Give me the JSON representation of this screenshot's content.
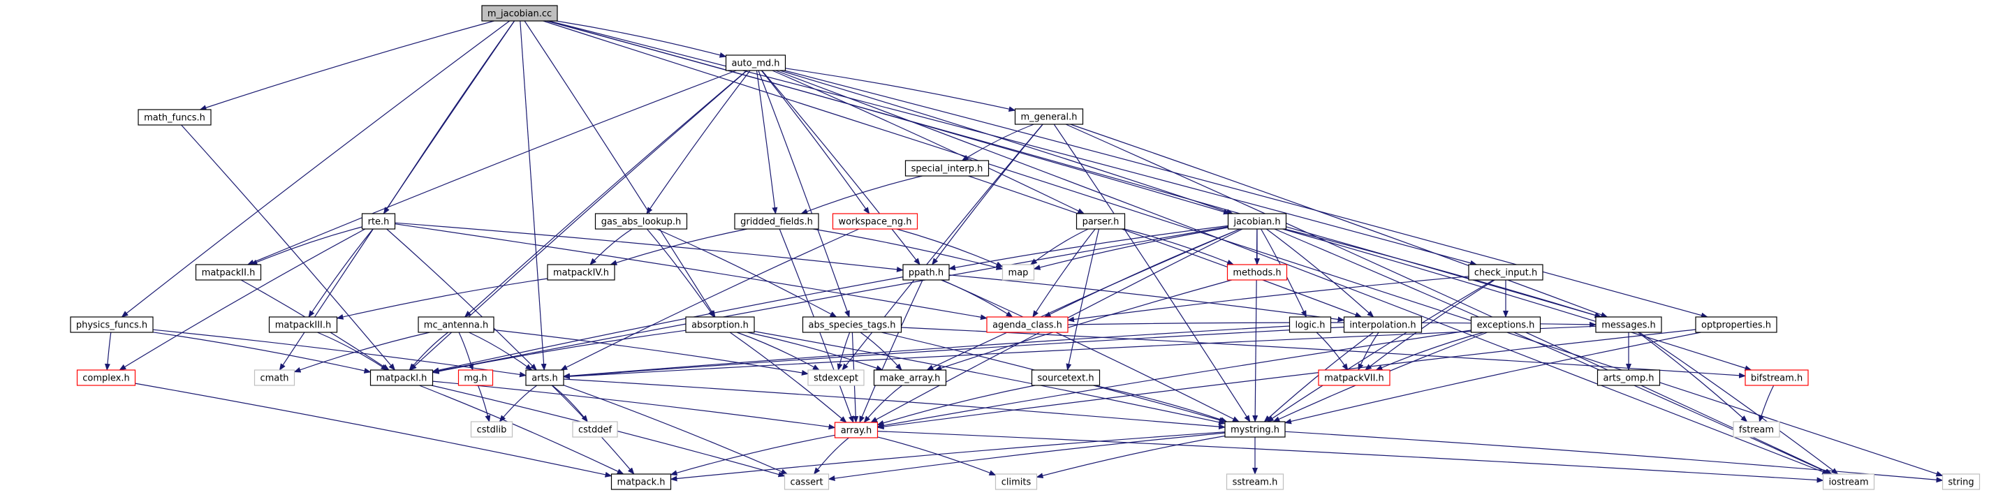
{
  "colors": {
    "edge": "#191970",
    "normal_border": "#000000",
    "normal_fill": "#ffffff",
    "root_fill": "#bfbfbf",
    "missing_doc_border": "#ff0000",
    "system_header_border": "#bfbfbf",
    "system_header_text": "#5a5a5a"
  },
  "nodes": [
    {
      "id": "m_jacobian_cc",
      "label": "m_jacobian.cc",
      "kind": "root"
    },
    {
      "id": "auto_md_h",
      "label": "auto_md.h",
      "kind": "normal"
    },
    {
      "id": "math_funcs_h",
      "label": "math_funcs.h",
      "kind": "normal"
    },
    {
      "id": "m_general_h",
      "label": "m_general.h",
      "kind": "normal"
    },
    {
      "id": "special_interp_h",
      "label": "special_interp.h",
      "kind": "normal"
    },
    {
      "id": "rte_h",
      "label": "rte.h",
      "kind": "normal"
    },
    {
      "id": "gas_abs_lookup_h",
      "label": "gas_abs_lookup.h",
      "kind": "normal"
    },
    {
      "id": "gridded_fields_h",
      "label": "gridded_fields.h",
      "kind": "normal"
    },
    {
      "id": "workspace_ng_h",
      "label": "workspace_ng.h",
      "kind": "missing"
    },
    {
      "id": "parser_h",
      "label": "parser.h",
      "kind": "normal"
    },
    {
      "id": "jacobian_h",
      "label": "jacobian.h",
      "kind": "normal"
    },
    {
      "id": "matpackII_h",
      "label": "matpackII.h",
      "kind": "normal"
    },
    {
      "id": "matpackIV_h",
      "label": "matpackIV.h",
      "kind": "normal"
    },
    {
      "id": "ppath_h",
      "label": "ppath.h",
      "kind": "normal"
    },
    {
      "id": "map",
      "label": "map",
      "kind": "system"
    },
    {
      "id": "methods_h",
      "label": "methods.h",
      "kind": "missing"
    },
    {
      "id": "check_input_h",
      "label": "check_input.h",
      "kind": "normal"
    },
    {
      "id": "matpackIII_h",
      "label": "matpackIII.h",
      "kind": "normal"
    },
    {
      "id": "agenda_class_h",
      "label": "agenda_class.h",
      "kind": "missing"
    },
    {
      "id": "messages_h",
      "label": "messages.h",
      "kind": "normal"
    },
    {
      "id": "optproperties_h",
      "label": "optproperties.h",
      "kind": "normal"
    },
    {
      "id": "physics_funcs_h",
      "label": "physics_funcs.h",
      "kind": "normal"
    },
    {
      "id": "mc_antenna_h",
      "label": "mc_antenna.h",
      "kind": "normal"
    },
    {
      "id": "absorption_h",
      "label": "absorption.h",
      "kind": "normal"
    },
    {
      "id": "abs_species_tags_h",
      "label": "abs_species_tags.h",
      "kind": "normal"
    },
    {
      "id": "logic_h",
      "label": "logic.h",
      "kind": "normal"
    },
    {
      "id": "interpolation_h",
      "label": "interpolation.h",
      "kind": "normal"
    },
    {
      "id": "exceptions_h",
      "label": "exceptions.h",
      "kind": "normal"
    },
    {
      "id": "complex_h",
      "label": "complex.h",
      "kind": "missing"
    },
    {
      "id": "cmath",
      "label": "cmath",
      "kind": "system"
    },
    {
      "id": "matpackI_h",
      "label": "matpackI.h",
      "kind": "normal"
    },
    {
      "id": "mg_h",
      "label": "mg.h",
      "kind": "missing"
    },
    {
      "id": "arts_h",
      "label": "arts.h",
      "kind": "normal"
    },
    {
      "id": "stdexcept",
      "label": "stdexcept",
      "kind": "system"
    },
    {
      "id": "make_array_h",
      "label": "make_array.h",
      "kind": "normal"
    },
    {
      "id": "matpackVII_h",
      "label": "matpackVII.h",
      "kind": "missing"
    },
    {
      "id": "arts_omp_h",
      "label": "arts_omp.h",
      "kind": "normal"
    },
    {
      "id": "bifstream_h",
      "label": "bifstream.h",
      "kind": "missing"
    },
    {
      "id": "sourcetext_h",
      "label": "sourcetext.h",
      "kind": "normal"
    },
    {
      "id": "cstdlib",
      "label": "cstdlib",
      "kind": "system"
    },
    {
      "id": "cstddef",
      "label": "cstddef",
      "kind": "system"
    },
    {
      "id": "array_h",
      "label": "array.h",
      "kind": "missing"
    },
    {
      "id": "mystring_h",
      "label": "mystring.h",
      "kind": "normal"
    },
    {
      "id": "fstream",
      "label": "fstream",
      "kind": "system"
    },
    {
      "id": "matpack_h",
      "label": "matpack.h",
      "kind": "normal"
    },
    {
      "id": "cassert",
      "label": "cassert",
      "kind": "system"
    },
    {
      "id": "climits",
      "label": "climits",
      "kind": "system"
    },
    {
      "id": "sstream_h",
      "label": "sstream.h",
      "kind": "system"
    },
    {
      "id": "iostream",
      "label": "iostream",
      "kind": "system"
    },
    {
      "id": "string",
      "label": "string",
      "kind": "system"
    }
  ],
  "edges": [
    [
      "m_jacobian_cc",
      "auto_md_h"
    ],
    [
      "m_jacobian_cc",
      "math_funcs_h"
    ],
    [
      "m_jacobian_cc",
      "rte_h"
    ],
    [
      "m_jacobian_cc",
      "physics_funcs_h"
    ],
    [
      "m_jacobian_cc",
      "cmath"
    ],
    [
      "m_jacobian_cc",
      "arts_h"
    ],
    [
      "m_jacobian_cc",
      "absorption_h"
    ],
    [
      "m_jacobian_cc",
      "jacobian_h"
    ],
    [
      "m_jacobian_cc",
      "check_input_h"
    ],
    [
      "m_jacobian_cc",
      "messages_h"
    ],
    [
      "m_jacobian_cc",
      "string"
    ],
    [
      "auto_md_h",
      "matpackI_h"
    ],
    [
      "auto_md_h",
      "matpackII_h"
    ],
    [
      "auto_md_h",
      "m_general_h"
    ],
    [
      "auto_md_h",
      "mc_antenna_h"
    ],
    [
      "auto_md_h",
      "gas_abs_lookup_h"
    ],
    [
      "auto_md_h",
      "gridded_fields_h"
    ],
    [
      "auto_md_h",
      "abs_species_tags_h"
    ],
    [
      "auto_md_h",
      "workspace_ng_h"
    ],
    [
      "auto_md_h",
      "parser_h"
    ],
    [
      "auto_md_h",
      "jacobian_h"
    ],
    [
      "auto_md_h",
      "ppath_h"
    ],
    [
      "auto_md_h",
      "optproperties_h"
    ],
    [
      "auto_md_h",
      "iostream"
    ],
    [
      "math_funcs_h",
      "matpackI_h"
    ],
    [
      "m_general_h",
      "special_interp_h"
    ],
    [
      "m_general_h",
      "ppath_h"
    ],
    [
      "m_general_h",
      "stdexcept"
    ],
    [
      "m_general_h",
      "mystring_h"
    ],
    [
      "m_general_h",
      "iostream"
    ],
    [
      "m_general_h",
      "messages_h"
    ],
    [
      "special_interp_h",
      "gridded_fields_h"
    ],
    [
      "special_interp_h",
      "interpolation_h"
    ],
    [
      "rte_h",
      "complex_h"
    ],
    [
      "rte_h",
      "matpackII_h"
    ],
    [
      "rte_h",
      "matpackIII_h"
    ],
    [
      "rte_h",
      "arts_h"
    ],
    [
      "rte_h",
      "ppath_h"
    ],
    [
      "rte_h",
      "agenda_class_h"
    ],
    [
      "gas_abs_lookup_h",
      "matpackIV_h"
    ],
    [
      "gas_abs_lookup_h",
      "absorption_h"
    ],
    [
      "gas_abs_lookup_h",
      "abs_species_tags_h"
    ],
    [
      "gridded_fields_h",
      "matpackIV_h"
    ],
    [
      "gridded_fields_h",
      "array_h"
    ],
    [
      "gridded_fields_h",
      "map"
    ],
    [
      "workspace_ng_h",
      "arts_h"
    ],
    [
      "workspace_ng_h",
      "map"
    ],
    [
      "parser_h",
      "map"
    ],
    [
      "parser_h",
      "agenda_class_h"
    ],
    [
      "parser_h",
      "methods_h"
    ],
    [
      "parser_h",
      "sourcetext_h"
    ],
    [
      "jacobian_h",
      "ppath_h"
    ],
    [
      "jacobian_h",
      "map"
    ],
    [
      "jacobian_h",
      "methods_h"
    ],
    [
      "jacobian_h",
      "agenda_class_h"
    ],
    [
      "jacobian_h",
      "logic_h"
    ],
    [
      "jacobian_h",
      "interpolation_h"
    ],
    [
      "jacobian_h",
      "messages_h"
    ],
    [
      "jacobian_h",
      "bifstream_h"
    ],
    [
      "jacobian_h",
      "iostream"
    ],
    [
      "jacobian_h",
      "matpackI_h"
    ],
    [
      "jacobian_h",
      "array_h"
    ],
    [
      "jacobian_h",
      "mystring_h"
    ],
    [
      "jacobian_h",
      "make_array_h"
    ],
    [
      "matpackII_h",
      "matpackI_h"
    ],
    [
      "matpackIV_h",
      "matpackIII_h"
    ],
    [
      "ppath_h",
      "agenda_class_h"
    ],
    [
      "ppath_h",
      "array_h"
    ],
    [
      "ppath_h",
      "interpolation_h"
    ],
    [
      "ppath_h",
      "matpackI_h"
    ],
    [
      "ppath_h",
      "mystring_h"
    ],
    [
      "methods_h",
      "make_array_h"
    ],
    [
      "check_input_h",
      "agenda_class_h"
    ],
    [
      "check_input_h",
      "exceptions_h"
    ],
    [
      "check_input_h",
      "matpackVII_h"
    ],
    [
      "check_input_h",
      "mystring_h"
    ],
    [
      "matpackIII_h",
      "matpackI_h"
    ],
    [
      "agenda_class_h",
      "messages_h"
    ],
    [
      "messages_h",
      "arts_omp_h"
    ],
    [
      "messages_h",
      "fstream"
    ],
    [
      "messages_h",
      "iostream"
    ],
    [
      "messages_h",
      "arts_h"
    ],
    [
      "optproperties_h",
      "mystring_h"
    ],
    [
      "optproperties_h",
      "array_h"
    ],
    [
      "physics_funcs_h",
      "complex_h"
    ],
    [
      "physics_funcs_h",
      "matpackI_h"
    ],
    [
      "physics_funcs_h",
      "arts_h"
    ],
    [
      "mc_antenna_h",
      "cmath"
    ],
    [
      "mc_antenna_h",
      "matpackI_h"
    ],
    [
      "mc_antenna_h",
      "mg_h"
    ],
    [
      "mc_antenna_h",
      "arts_h"
    ],
    [
      "mc_antenna_h",
      "stdexcept"
    ],
    [
      "absorption_h",
      "matpackI_h"
    ],
    [
      "absorption_h",
      "stdexcept"
    ],
    [
      "absorption_h",
      "array_h"
    ],
    [
      "absorption_h",
      "make_array_h"
    ],
    [
      "absorption_h",
      "mystring_h"
    ],
    [
      "abs_species_tags_h",
      "stdexcept"
    ],
    [
      "abs_species_tags_h",
      "make_array_h"
    ],
    [
      "abs_species_tags_h",
      "array_h"
    ],
    [
      "abs_species_tags_h",
      "mystring_h"
    ],
    [
      "abs_species_tags_h",
      "bifstream_h"
    ],
    [
      "logic_h",
      "arts_h"
    ],
    [
      "logic_h",
      "matpackVII_h"
    ],
    [
      "interpolation_h",
      "matpackVII_h"
    ],
    [
      "interpolation_h",
      "mystring_h"
    ],
    [
      "interpolation_h",
      "arts_h"
    ],
    [
      "exceptions_h",
      "matpackVII_h"
    ],
    [
      "exceptions_h",
      "mystring_h"
    ],
    [
      "exceptions_h",
      "array_h"
    ],
    [
      "complex_h",
      "matpack_h"
    ],
    [
      "matpackI_h",
      "matpack_h"
    ],
    [
      "matpackI_h",
      "array_h"
    ],
    [
      "matpackI_h",
      "cassert"
    ],
    [
      "mg_h",
      "cstdlib"
    ],
    [
      "arts_h",
      "cstdlib"
    ],
    [
      "arts_h",
      "cstddef"
    ],
    [
      "arts_h",
      "matpack_h"
    ],
    [
      "arts_h",
      "cassert"
    ],
    [
      "arts_h",
      "mystring_h"
    ],
    [
      "make_array_h",
      "array_h"
    ],
    [
      "bifstream_h",
      "fstream"
    ],
    [
      "sourcetext_h",
      "array_h"
    ],
    [
      "sourcetext_h",
      "mystring_h"
    ],
    [
      "array_h",
      "matpack_h"
    ],
    [
      "array_h",
      "cassert"
    ],
    [
      "array_h",
      "climits"
    ],
    [
      "array_h",
      "iostream"
    ],
    [
      "mystring_h",
      "matpack_h"
    ],
    [
      "mystring_h",
      "cassert"
    ],
    [
      "mystring_h",
      "climits"
    ],
    [
      "mystring_h",
      "sstream_h"
    ],
    [
      "mystring_h",
      "string"
    ]
  ]
}
